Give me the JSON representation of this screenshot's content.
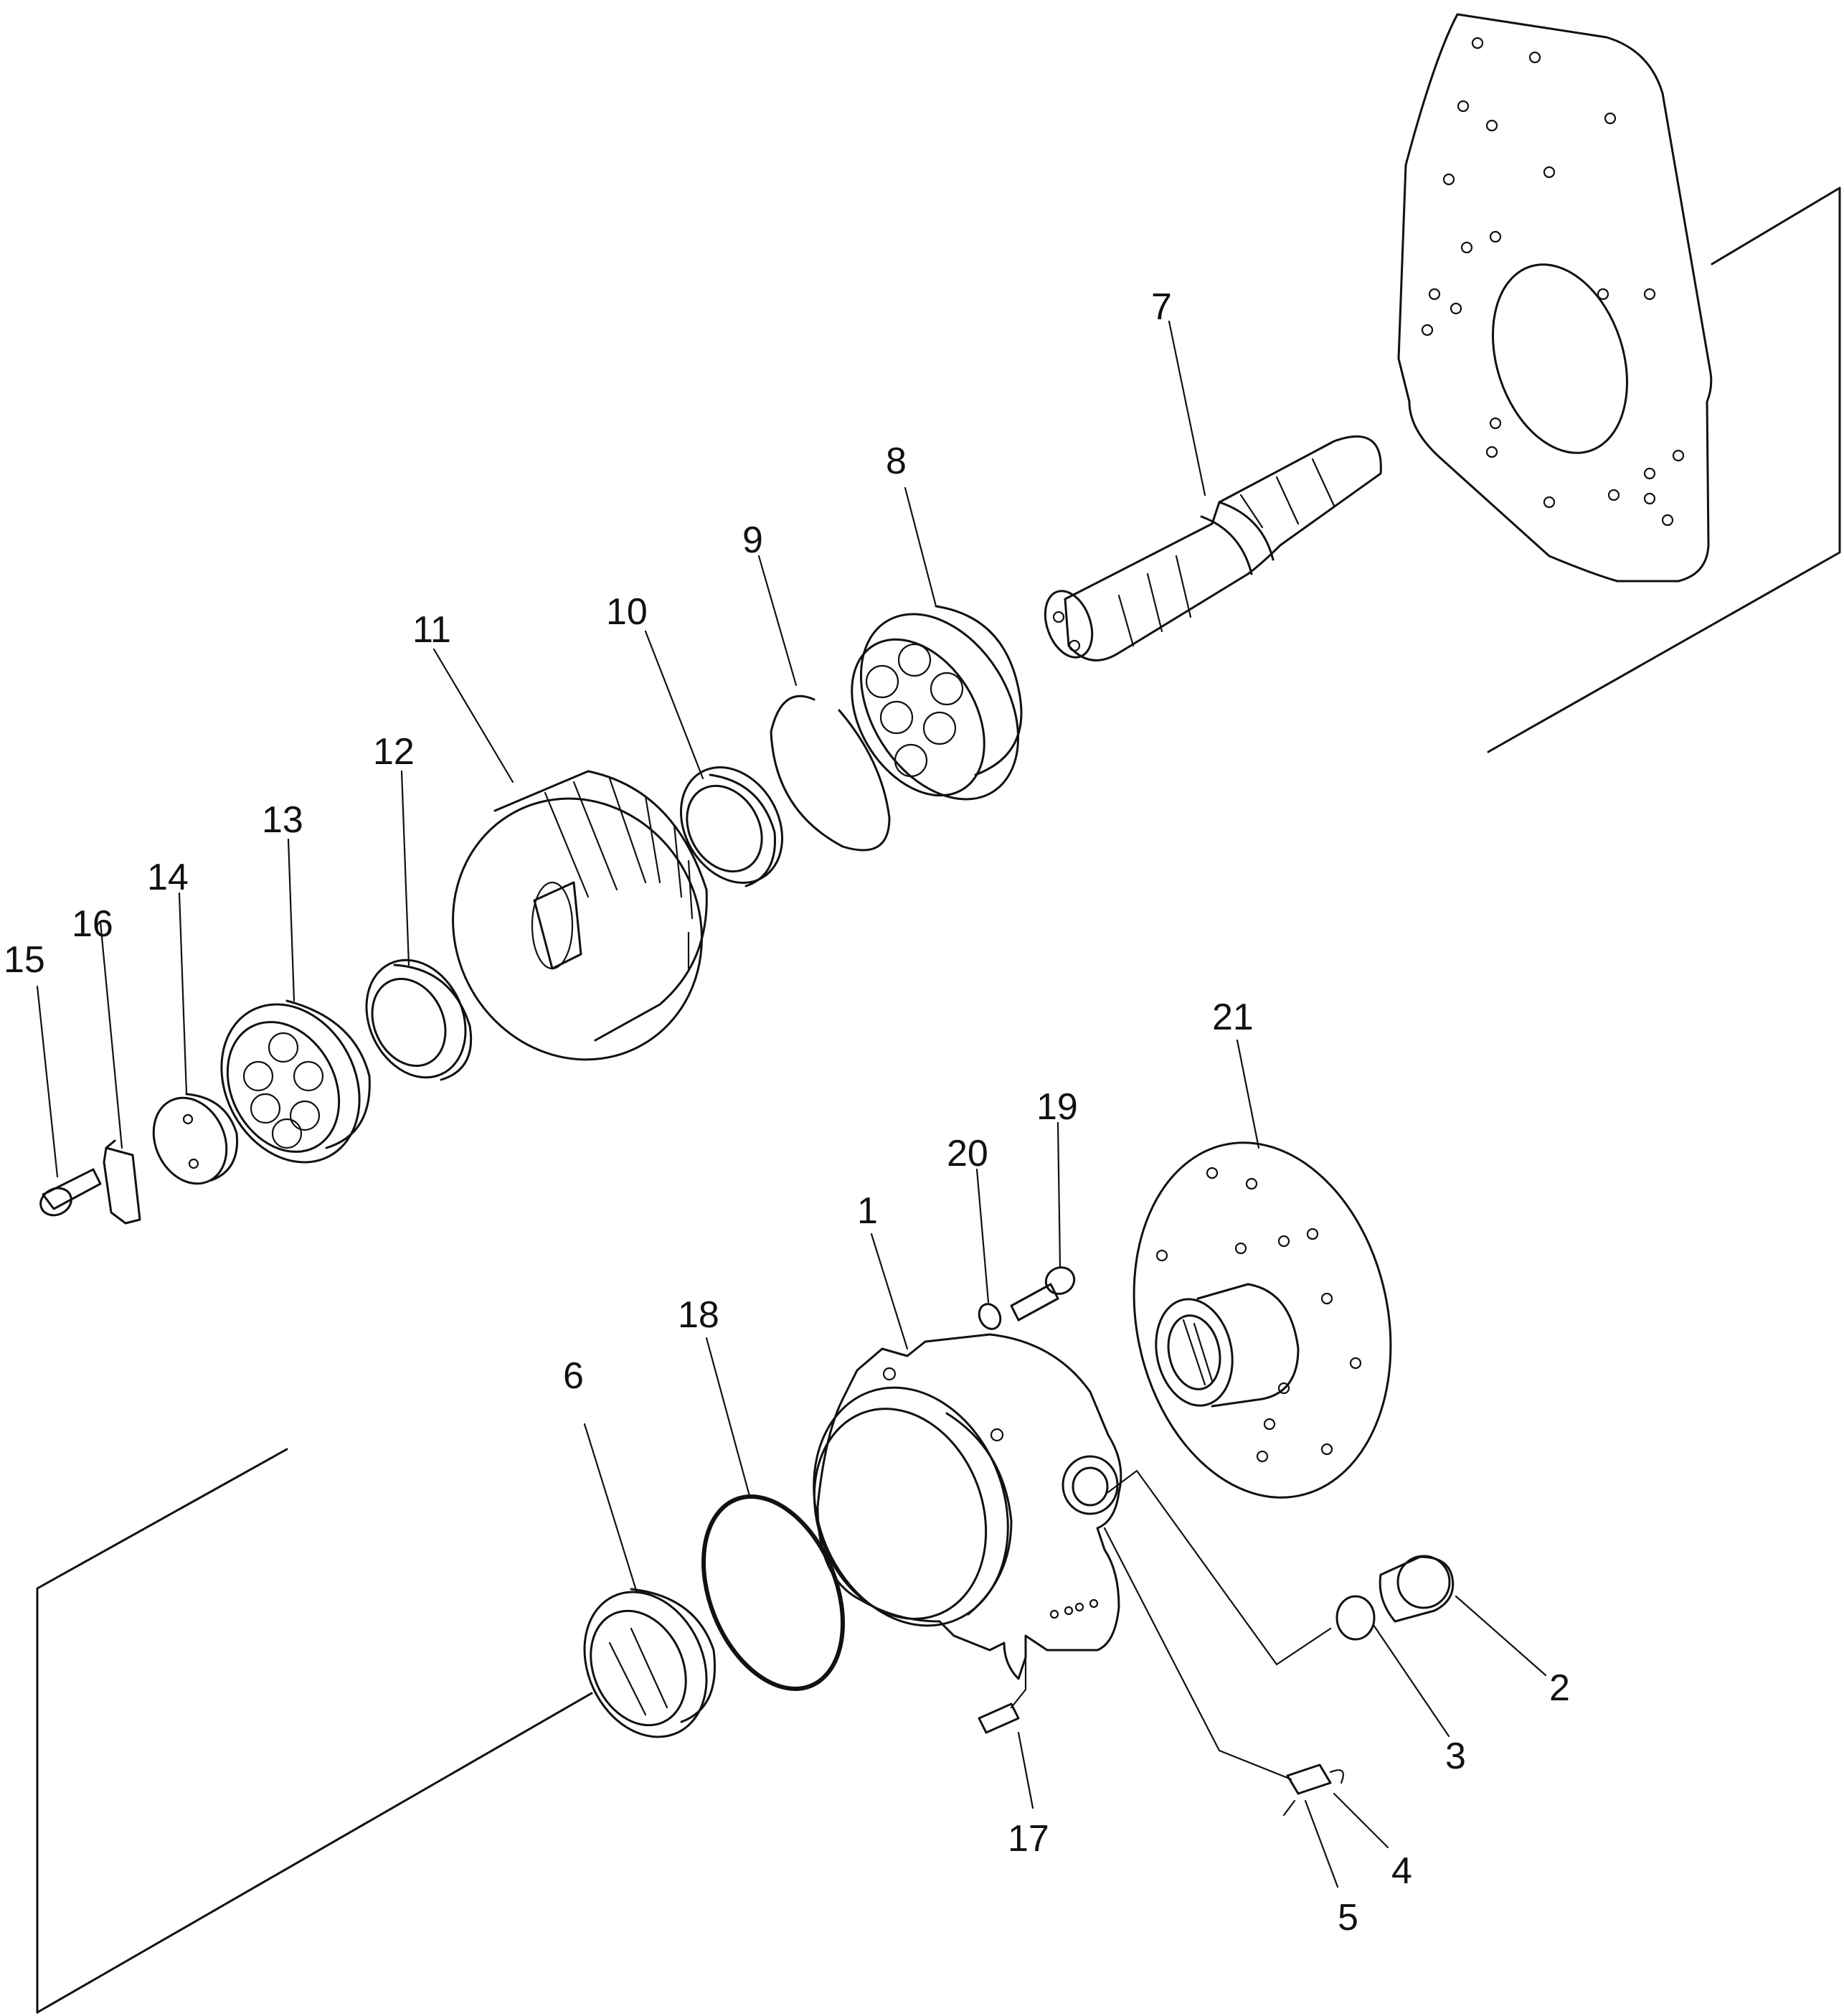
{
  "part_labels": {
    "p1": "1",
    "p2": "2",
    "p3": "3",
    "p4": "4",
    "p5": "5",
    "p6": "6",
    "p7": "7",
    "p8": "8",
    "p9": "9",
    "p10": "10",
    "p11": "11",
    "p12": "12",
    "p13": "13",
    "p14": "14",
    "p15": "15",
    "p16": "16",
    "p17": "17",
    "p18": "18",
    "p19": "19",
    "p20": "20",
    "p21": "21"
  }
}
